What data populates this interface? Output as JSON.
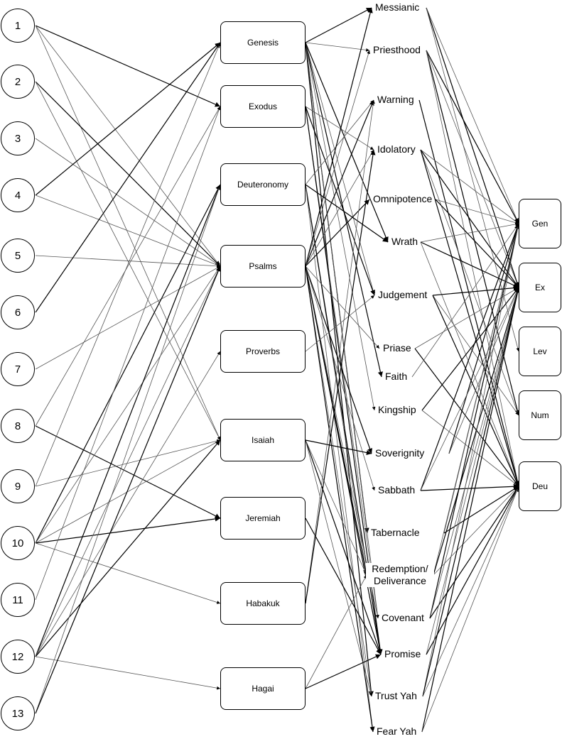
{
  "numbers": [
    "1",
    "2",
    "3",
    "4",
    "5",
    "6",
    "7",
    "8",
    "9",
    "10",
    "11",
    "12",
    "13"
  ],
  "books": [
    "Genesis",
    "Exodus",
    "Deuteronomy",
    "Psalms",
    "Proverbs",
    "Isaiah",
    "Jeremiah",
    "Habakuk",
    "Hagai"
  ],
  "themes": [
    "Messianic",
    "Priesthood",
    "Warning",
    "Idolatory",
    "Omnipotence",
    "Wrath",
    "Judgement",
    "Priase",
    "Faith",
    "Kingship",
    "Soverignity",
    "Sabbath",
    "Tabernacle",
    "Redemption/\nDeliverance",
    "Covenant",
    "Promise",
    "Trust Yah",
    "Fear Yah"
  ],
  "targets": [
    "Gen",
    "Ex",
    "Lev",
    "Num",
    "Deu"
  ],
  "edges_number_to_book": [
    [
      1,
      2
    ],
    [
      1,
      4
    ],
    [
      1,
      6
    ],
    [
      2,
      4
    ],
    [
      2,
      6
    ],
    [
      3,
      4
    ],
    [
      4,
      1
    ],
    [
      4,
      4
    ],
    [
      5,
      4
    ],
    [
      6,
      1
    ],
    [
      7,
      4
    ],
    [
      8,
      2
    ],
    [
      8,
      7
    ],
    [
      9,
      1
    ],
    [
      9,
      6
    ],
    [
      10,
      3
    ],
    [
      10,
      4
    ],
    [
      10,
      6
    ],
    [
      10,
      7
    ],
    [
      10,
      8
    ],
    [
      11,
      2
    ],
    [
      12,
      3
    ],
    [
      12,
      4
    ],
    [
      12,
      5
    ],
    [
      12,
      6
    ],
    [
      12,
      9
    ],
    [
      13,
      3
    ],
    [
      13,
      4
    ]
  ],
  "edges_book_to_theme": [
    [
      1,
      1
    ],
    [
      1,
      2
    ],
    [
      1,
      6
    ],
    [
      1,
      7
    ],
    [
      1,
      9
    ],
    [
      1,
      10
    ],
    [
      1,
      13
    ],
    [
      1,
      15
    ],
    [
      1,
      17
    ],
    [
      2,
      4
    ],
    [
      2,
      7
    ],
    [
      2,
      15
    ],
    [
      2,
      16
    ],
    [
      3,
      3
    ],
    [
      3,
      6
    ],
    [
      3,
      14
    ],
    [
      3,
      16
    ],
    [
      3,
      18
    ],
    [
      4,
      1
    ],
    [
      4,
      2
    ],
    [
      4,
      3
    ],
    [
      4,
      4
    ],
    [
      4,
      5
    ],
    [
      4,
      8
    ],
    [
      4,
      11
    ],
    [
      4,
      12
    ],
    [
      4,
      14
    ],
    [
      4,
      15
    ],
    [
      4,
      16
    ],
    [
      4,
      17
    ],
    [
      4,
      18
    ],
    [
      5,
      7
    ],
    [
      6,
      11
    ],
    [
      6,
      14
    ],
    [
      6,
      16
    ],
    [
      6,
      17
    ],
    [
      7,
      16
    ],
    [
      8,
      3
    ],
    [
      8,
      4
    ],
    [
      9,
      14
    ],
    [
      9,
      16
    ]
  ],
  "edges_theme_to_target": [
    [
      1,
      1
    ],
    [
      1,
      2
    ],
    [
      1,
      3
    ],
    [
      2,
      1
    ],
    [
      2,
      2
    ],
    [
      2,
      4
    ],
    [
      2,
      5
    ],
    [
      3,
      5
    ],
    [
      4,
      1
    ],
    [
      4,
      2
    ],
    [
      4,
      4
    ],
    [
      4,
      5
    ],
    [
      5,
      1
    ],
    [
      5,
      2
    ],
    [
      6,
      1
    ],
    [
      6,
      2
    ],
    [
      6,
      5
    ],
    [
      7,
      2
    ],
    [
      7,
      4
    ],
    [
      7,
      5
    ],
    [
      8,
      2
    ],
    [
      8,
      5
    ],
    [
      9,
      1
    ],
    [
      10,
      2
    ],
    [
      10,
      5
    ],
    [
      11,
      1
    ],
    [
      11,
      2
    ],
    [
      12,
      1
    ],
    [
      12,
      2
    ],
    [
      12,
      5
    ],
    [
      13,
      1
    ],
    [
      13,
      5
    ],
    [
      14,
      1
    ],
    [
      14,
      2
    ],
    [
      14,
      5
    ],
    [
      15,
      1
    ],
    [
      15,
      2
    ],
    [
      15,
      5
    ],
    [
      16,
      2
    ],
    [
      16,
      5
    ],
    [
      17,
      1
    ],
    [
      17,
      2
    ],
    [
      17,
      5
    ],
    [
      18,
      2
    ],
    [
      18,
      5
    ]
  ]
}
